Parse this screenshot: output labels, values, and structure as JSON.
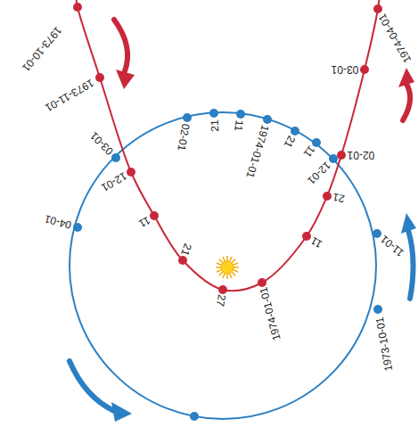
{
  "diagram": {
    "labels": [
      "1973-10-01",
      "1973-11-01",
      "12-01",
      "11",
      "21",
      "27",
      "1974-01-01",
      "11",
      "21",
      "02-01",
      "03-01",
      "1974-04-01",
      "03-01",
      "04-01",
      "1973-10-01",
      "11-01",
      "12-01",
      "11",
      "21",
      "1974-01-01",
      "11",
      "21",
      "02-01"
    ]
  }
}
